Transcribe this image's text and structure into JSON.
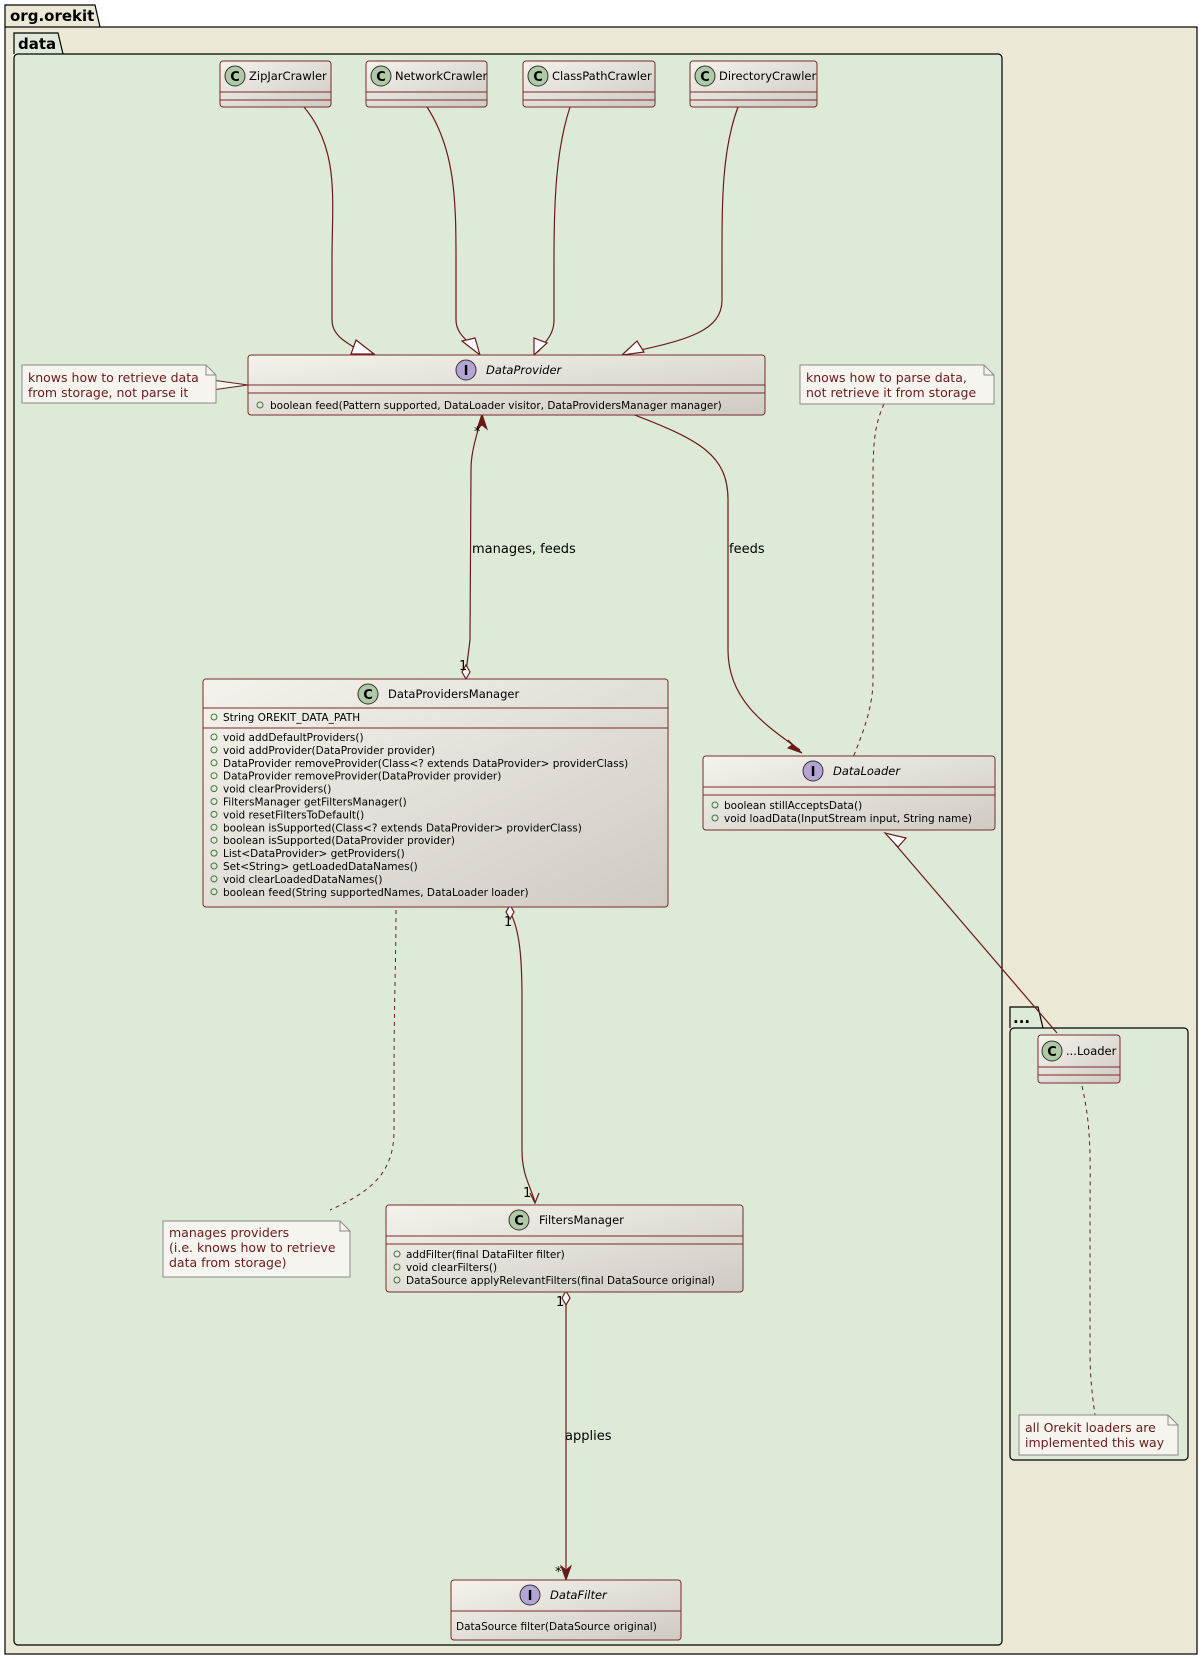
{
  "diagram": {
    "packages": {
      "outer": "org.orekit",
      "data": "data",
      "sub": "..."
    },
    "classes": {
      "zipjar": {
        "stereo": "C",
        "name": "ZipJarCrawler",
        "members": []
      },
      "network": {
        "stereo": "C",
        "name": "NetworkCrawler",
        "members": []
      },
      "classpath": {
        "stereo": "C",
        "name": "ClassPathCrawler",
        "members": []
      },
      "directory": {
        "stereo": "C",
        "name": "DirectoryCrawler",
        "members": []
      },
      "dataprovider": {
        "stereo": "I",
        "name": "DataProvider",
        "members": [
          "boolean feed(Pattern supported, DataLoader visitor, DataProvidersManager manager)"
        ]
      },
      "manager": {
        "stereo": "C",
        "name": "DataProvidersManager",
        "fields": [
          "String OREKIT_DATA_PATH"
        ],
        "members": [
          "void addDefaultProviders()",
          "void addProvider(DataProvider provider)",
          "DataProvider removeProvider(Class<? extends DataProvider> providerClass)",
          "DataProvider removeProvider(DataProvider provider)",
          "void clearProviders()",
          "FiltersManager getFiltersManager()",
          "void resetFiltersToDefault()",
          "boolean isSupported(Class<? extends DataProvider> providerClass)",
          "boolean isSupported(DataProvider provider)",
          "List<DataProvider> getProviders()",
          "Set<String> getLoadedDataNames()",
          "void clearLoadedDataNames()",
          "boolean feed(String supportedNames, DataLoader loader)"
        ]
      },
      "dataloader": {
        "stereo": "I",
        "name": "DataLoader",
        "members": [
          "boolean stillAcceptsData()",
          "void loadData(InputStream input, String name)"
        ]
      },
      "filters": {
        "stereo": "C",
        "name": "FiltersManager",
        "members": [
          "addFilter(final DataFilter filter)",
          "void clearFilters()",
          "DataSource applyRelevantFilters(final DataSource original)"
        ]
      },
      "datafilter": {
        "stereo": "I",
        "name": "DataFilter",
        "members": [
          "DataSource filter(DataSource original)"
        ]
      },
      "loader": {
        "stereo": "C",
        "name": "...Loader",
        "members": []
      }
    },
    "notes": {
      "provider_note": [
        "knows how to retrieve data",
        "from storage, not parse it"
      ],
      "loader_note": [
        "knows how to parse data,",
        "not retrieve it from storage"
      ],
      "manager_note": [
        "manages providers",
        "(i.e. knows how to retrieve",
        "data from storage)"
      ],
      "impl_note": [
        "all Orekit loaders are",
        "implemented this way"
      ]
    },
    "edges": {
      "manages_feeds": "manages, feeds",
      "feeds": "feeds",
      "applies": "applies",
      "mult_star": "*",
      "mult_one": "1"
    },
    "colors": {
      "outer_bg": "#ebe8d6",
      "data_bg": "#deead8",
      "class_grad_start": "#f5f2ec",
      "class_grad_end": "#d0cbc6",
      "class_border": "#7a2a2a",
      "arrow": "#6b1a1a",
      "note_bg": "#f6f4ef",
      "class_circle": "#aec9a5",
      "interface_circle": "#b3a4d6"
    }
  }
}
